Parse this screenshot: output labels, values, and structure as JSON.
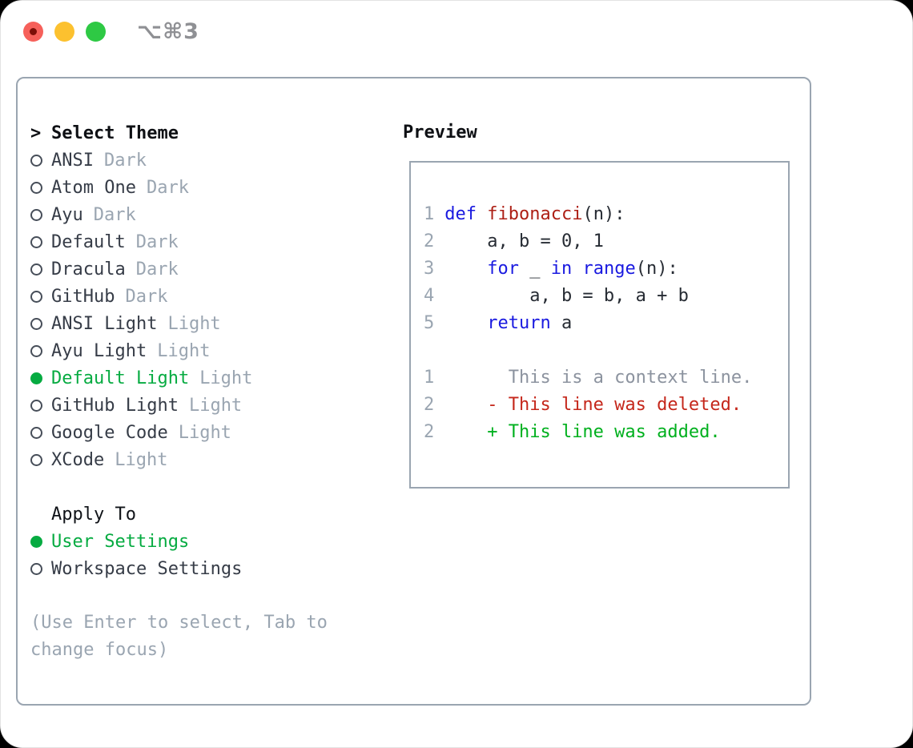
{
  "titlebar": {
    "shortcut": "⌥⌘3"
  },
  "theme_list": {
    "header_prefix": ">",
    "header": "Select Theme",
    "items": [
      {
        "name": "ANSI",
        "variant": "Dark",
        "selected": false
      },
      {
        "name": "Atom One",
        "variant": "Dark",
        "selected": false
      },
      {
        "name": "Ayu",
        "variant": "Dark",
        "selected": false
      },
      {
        "name": "Default",
        "variant": "Dark",
        "selected": false
      },
      {
        "name": "Dracula",
        "variant": "Dark",
        "selected": false
      },
      {
        "name": "GitHub",
        "variant": "Dark",
        "selected": false
      },
      {
        "name": "ANSI Light",
        "variant": "Light",
        "selected": false
      },
      {
        "name": "Ayu Light",
        "variant": "Light",
        "selected": false
      },
      {
        "name": "Default Light",
        "variant": "Light",
        "selected": true
      },
      {
        "name": "GitHub Light",
        "variant": "Light",
        "selected": false
      },
      {
        "name": "Google Code",
        "variant": "Light",
        "selected": false
      },
      {
        "name": "XCode",
        "variant": "Light",
        "selected": false
      }
    ]
  },
  "apply_to": {
    "header": "Apply To",
    "options": [
      {
        "label": "User Settings",
        "selected": true
      },
      {
        "label": "Workspace Settings",
        "selected": false
      }
    ]
  },
  "help_text": "(Use Enter to select, Tab to change focus)",
  "preview": {
    "title": "Preview",
    "code_lines": [
      {
        "num": "1",
        "segments": [
          {
            "t": "def",
            "c": "keyword"
          },
          {
            "t": " ",
            "c": "plain"
          },
          {
            "t": "fibonacci",
            "c": "function"
          },
          {
            "t": "(n):",
            "c": "plain"
          }
        ]
      },
      {
        "num": "2",
        "segments": [
          {
            "t": "    a, b = 0, 1",
            "c": "plain"
          }
        ]
      },
      {
        "num": "3",
        "segments": [
          {
            "t": "    ",
            "c": "plain"
          },
          {
            "t": "for",
            "c": "keyword"
          },
          {
            "t": " _ ",
            "c": "plain"
          },
          {
            "t": "in",
            "c": "keyword"
          },
          {
            "t": " ",
            "c": "plain"
          },
          {
            "t": "range",
            "c": "keyword"
          },
          {
            "t": "(n):",
            "c": "plain"
          }
        ]
      },
      {
        "num": "4",
        "segments": [
          {
            "t": "        a, b = b, a + b",
            "c": "plain"
          }
        ]
      },
      {
        "num": "5",
        "segments": [
          {
            "t": "    ",
            "c": "plain"
          },
          {
            "t": "return",
            "c": "keyword"
          },
          {
            "t": " a",
            "c": "plain"
          }
        ]
      },
      {
        "num": "",
        "segments": []
      },
      {
        "num": "1",
        "segments": [
          {
            "t": "      This is a context line.",
            "c": "context"
          }
        ]
      },
      {
        "num": "2",
        "segments": [
          {
            "t": "    - This line was deleted.",
            "c": "deleted"
          }
        ]
      },
      {
        "num": "2",
        "segments": [
          {
            "t": "    + This line was added.",
            "c": "added"
          }
        ]
      }
    ]
  },
  "colors": {
    "accent_green": "#06ab41",
    "keyword_blue": "#1a1ae0",
    "function_red": "#ad1f15",
    "diff_deleted_red": "#c5271b",
    "diff_added_green": "#00b01e",
    "muted_gray": "#9aa5b1",
    "border_gray": "#9aa5b1",
    "traffic_red": "#f6605a",
    "traffic_yellow": "#fcc12f",
    "traffic_green": "#2ec944"
  }
}
